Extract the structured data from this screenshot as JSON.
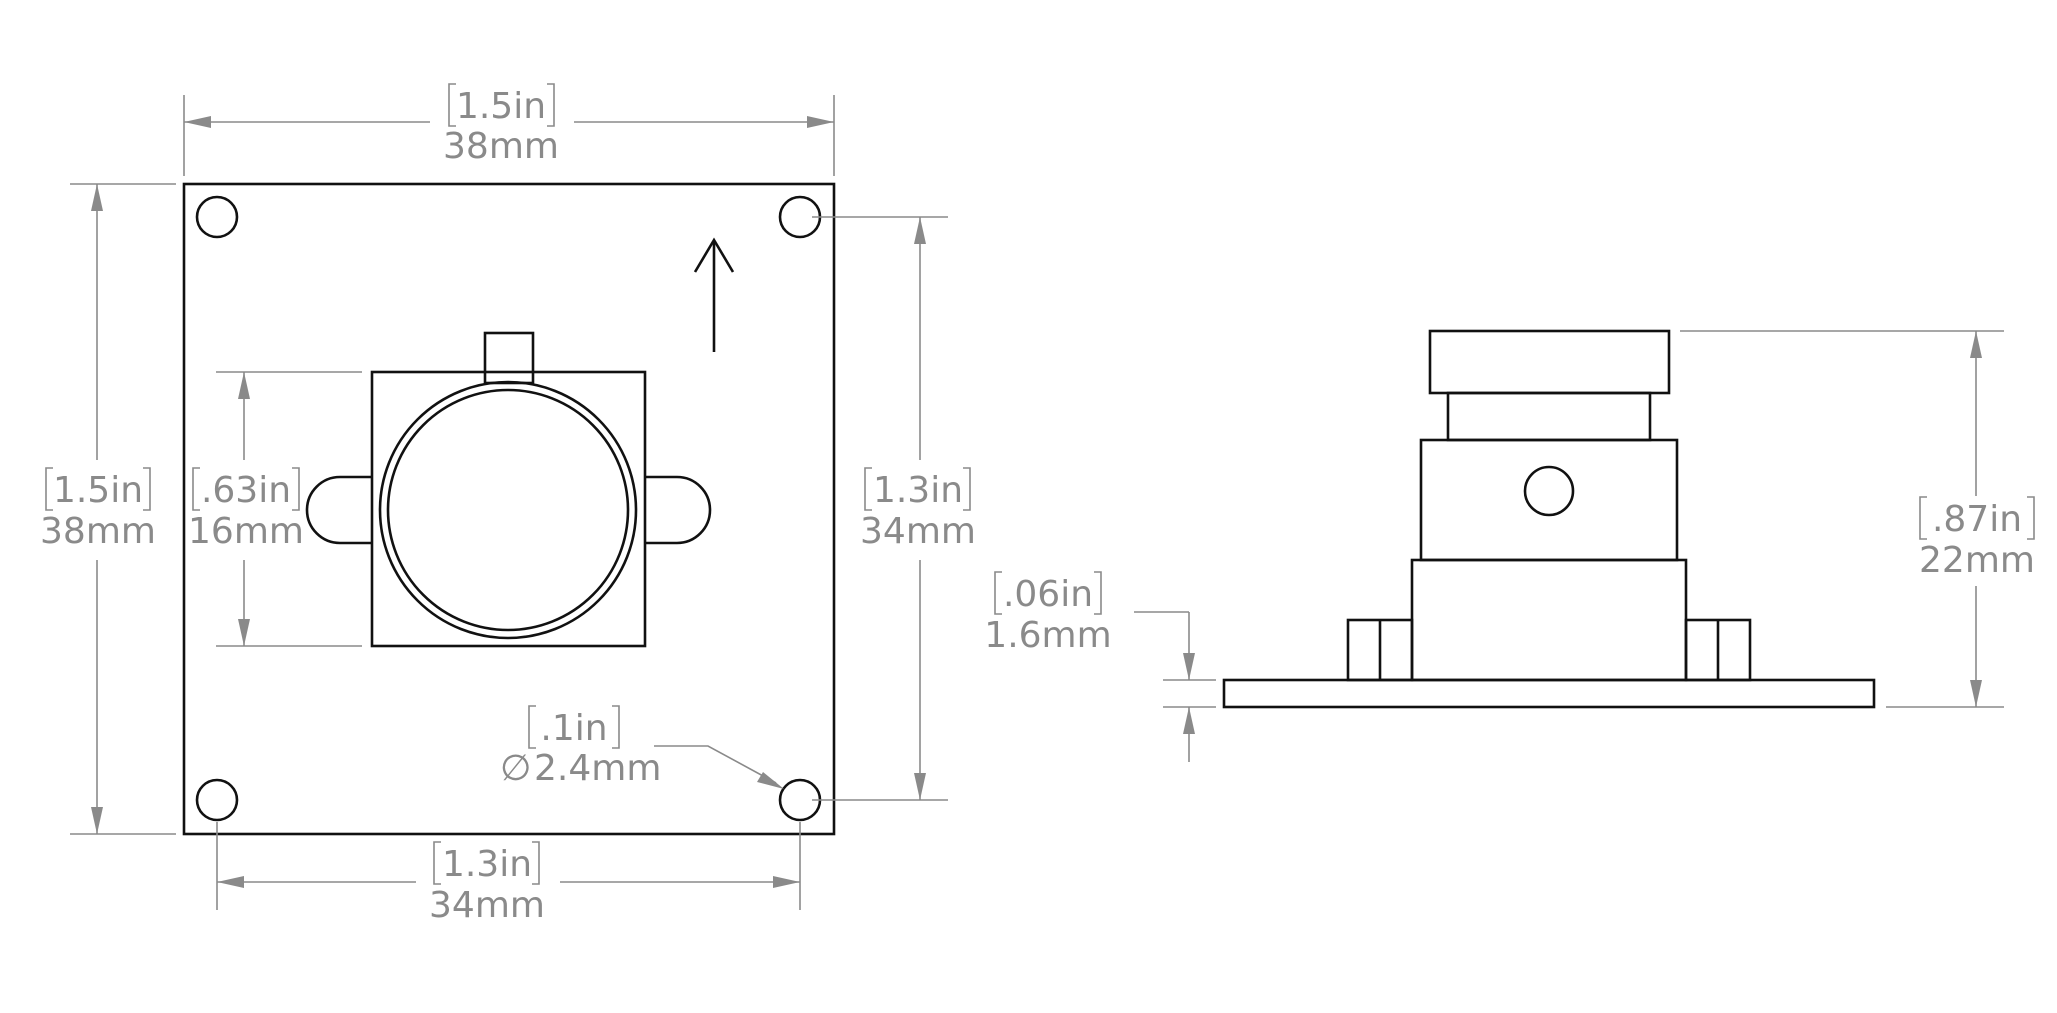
{
  "colors": {
    "outline": "#111111",
    "dimension": "#8a8a8a",
    "background": "#ffffff"
  },
  "dimensions": {
    "top_width": {
      "inch": "1.5in",
      "mm": "38mm"
    },
    "left_height": {
      "inch": "1.5in",
      "mm": "38mm"
    },
    "lens_height": {
      "inch": ".63in",
      "mm": "16mm"
    },
    "hole_spacing_v": {
      "inch": "1.3in",
      "mm": "34mm"
    },
    "hole_spacing_h": {
      "inch": "1.3in",
      "mm": "34mm"
    },
    "hole_diameter": {
      "inch": ".1in",
      "symbol": "∅",
      "mm": "2.4mm"
    },
    "side_height": {
      "inch": ".87in",
      "mm": "22mm"
    },
    "board_thickness": {
      "inch": ".06in",
      "mm": "1.6mm"
    }
  }
}
